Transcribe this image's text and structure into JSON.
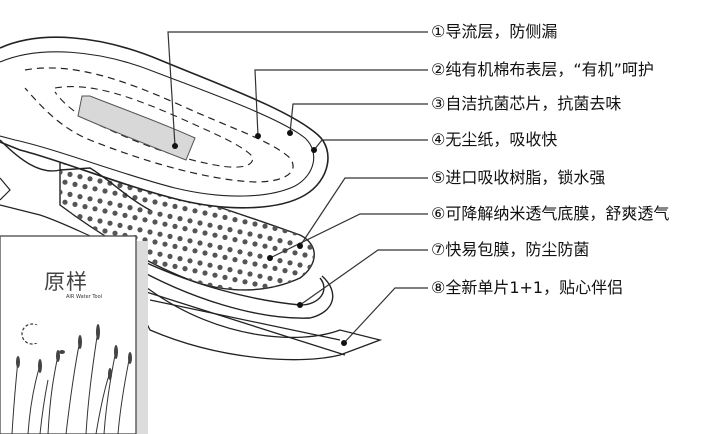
{
  "callouts": [
    {
      "marker": "①",
      "text": "导流层，防侧漏"
    },
    {
      "marker": "②",
      "text": "纯有机棉布表层，“有机”呵护"
    },
    {
      "marker": "③",
      "text": "自洁抗菌芯片，抗菌去味"
    },
    {
      "marker": "④",
      "text": "无尘纸，吸收快"
    },
    {
      "marker": "⑤",
      "text": "进口吸收树脂，锁水强"
    },
    {
      "marker": "⑥",
      "text": "可降解纳米透气底膜，舒爽透气"
    },
    {
      "marker": "⑦",
      "text": "快易包膜，防尘防菌"
    },
    {
      "marker": "⑧",
      "text": "全新单片1+1，贴心伴侣"
    }
  ],
  "package": {
    "brand": "原样",
    "sub": "AIR Water Tool"
  }
}
